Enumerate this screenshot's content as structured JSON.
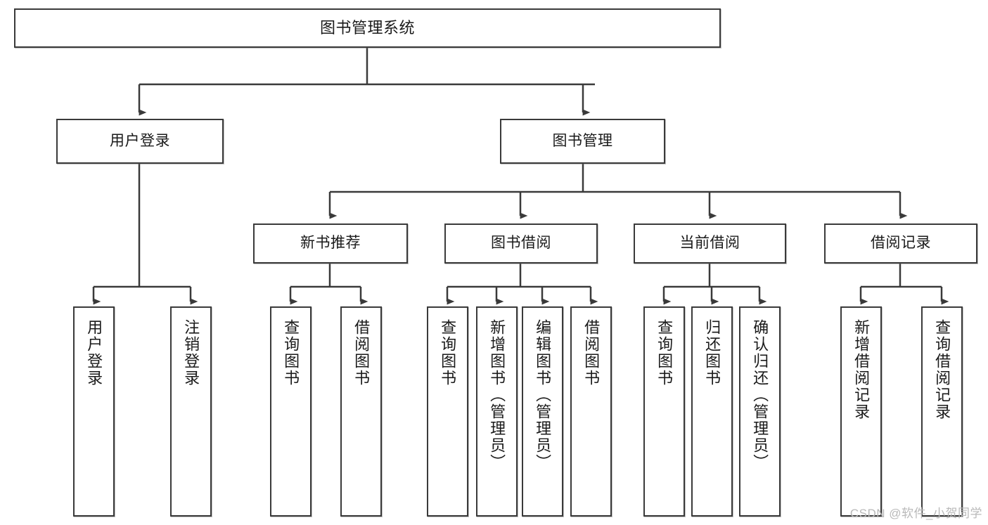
{
  "diagram": {
    "title": "图书管理系统",
    "type": "tree-hierarchy",
    "watermark": "CSDN @软件_小贺同学",
    "colors": {
      "background": "#ffffff",
      "box_border": "#3a3a3a",
      "box_fill": "#ffffff",
      "connector": "#3a3a3a",
      "text": "#1a1a1a",
      "watermark": "#b9b9b9"
    },
    "levels": [
      {
        "level": 1,
        "nodes": [
          {
            "id": "root",
            "label": "图书管理系统",
            "orientation": "horizontal"
          }
        ]
      },
      {
        "level": 2,
        "nodes": [
          {
            "id": "user-login",
            "label": "用户登录",
            "orientation": "horizontal",
            "parent": "root"
          },
          {
            "id": "book-manage",
            "label": "图书管理",
            "orientation": "horizontal",
            "parent": "root"
          }
        ]
      },
      {
        "level": 3,
        "nodes": [
          {
            "id": "new-book-rec",
            "label": "新书推荐",
            "orientation": "horizontal",
            "parent": "book-manage"
          },
          {
            "id": "book-borrow",
            "label": "图书借阅",
            "orientation": "horizontal",
            "parent": "book-manage"
          },
          {
            "id": "current-borrow",
            "label": "当前借阅",
            "orientation": "horizontal",
            "parent": "book-manage"
          },
          {
            "id": "borrow-record",
            "label": "借阅记录",
            "orientation": "horizontal",
            "parent": "book-manage"
          }
        ]
      },
      {
        "level": 4,
        "nodes": [
          {
            "id": "leaf-user-login",
            "label": "用户登录",
            "orientation": "vertical",
            "parent": "user-login"
          },
          {
            "id": "leaf-logout",
            "label": "注销登录",
            "orientation": "vertical",
            "parent": "user-login"
          },
          {
            "id": "leaf-query-book-1",
            "label": "查询图书",
            "orientation": "vertical",
            "parent": "new-book-rec"
          },
          {
            "id": "leaf-borrow-book-1",
            "label": "借阅图书",
            "orientation": "vertical",
            "parent": "new-book-rec"
          },
          {
            "id": "leaf-query-book-2",
            "label": "查询图书",
            "orientation": "vertical",
            "parent": "book-borrow"
          },
          {
            "id": "leaf-add-book",
            "label": "新增图书（管理员）",
            "orientation": "vertical",
            "parent": "book-borrow"
          },
          {
            "id": "leaf-edit-book",
            "label": "编辑图书（管理员）",
            "orientation": "vertical",
            "parent": "book-borrow"
          },
          {
            "id": "leaf-borrow-book-2",
            "label": "借阅图书",
            "orientation": "vertical",
            "parent": "book-borrow"
          },
          {
            "id": "leaf-query-book-3",
            "label": "查询图书",
            "orientation": "vertical",
            "parent": "current-borrow"
          },
          {
            "id": "leaf-return-book",
            "label": "归还图书",
            "orientation": "vertical",
            "parent": "current-borrow"
          },
          {
            "id": "leaf-confirm-return",
            "label": "确认归还（管理员）",
            "orientation": "vertical",
            "parent": "current-borrow"
          },
          {
            "id": "leaf-add-record",
            "label": "新增借阅记录",
            "orientation": "vertical",
            "parent": "borrow-record"
          },
          {
            "id": "leaf-query-record",
            "label": "查询借阅记录",
            "orientation": "vertical",
            "parent": "borrow-record"
          }
        ]
      }
    ]
  }
}
